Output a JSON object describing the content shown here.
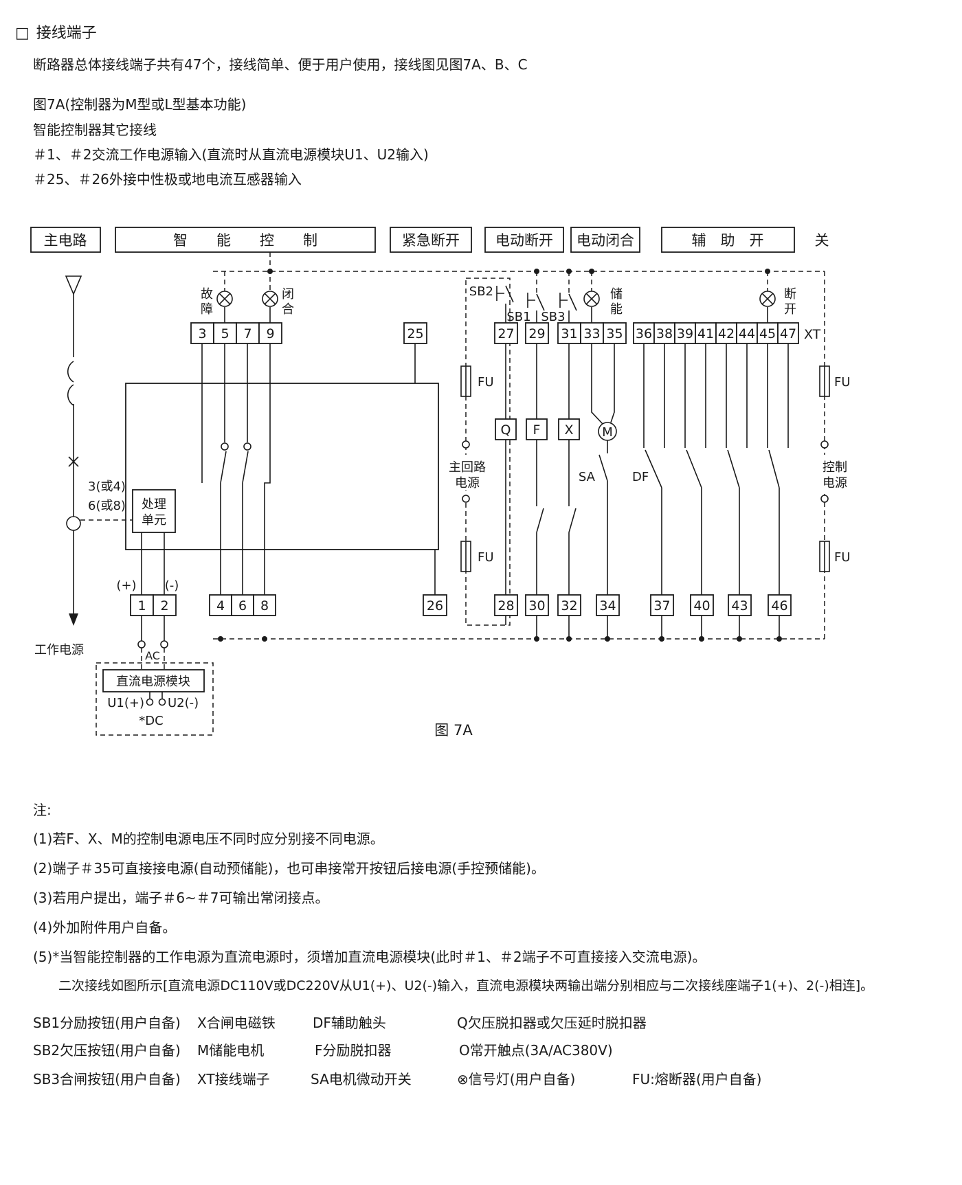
{
  "colors": {
    "ink": "#1b1b1b",
    "bg": "#ffffff"
  },
  "header": {
    "marker": "□",
    "title": "接线端子",
    "intro": "断路器总体接线端子共有47个，接线简单、便于用户使用，接线图见图7A、B、C",
    "caption_lines": [
      "图7A(控制器为M型或L型基本功能)",
      "智能控制器其它接线",
      "＃1、＃2交流工作电源输入(直流时从直流电源模块U1、U2输入)",
      "＃25、＃26外接中性极或地电流互感器输入"
    ]
  },
  "diagram": {
    "section_headers": {
      "main_circuit": "主电路",
      "intelligent_control": "智　　能　　控　　制",
      "emergency_open": "紧急断开",
      "motor_open": "电动断开",
      "motor_close": "电动闭合",
      "aux_switch": "辅　助　开",
      "aux_switch_tail": "关"
    },
    "terminals_top": [
      "3",
      "5",
      "7",
      "9",
      "25",
      "27",
      "29",
      "31",
      "33",
      "35",
      "36",
      "38",
      "39",
      "41",
      "42",
      "44",
      "45",
      "47"
    ],
    "terminals_bottom": [
      "1",
      "2",
      "4",
      "6",
      "8",
      "26",
      "28",
      "30",
      "32",
      "34",
      "37",
      "40",
      "43",
      "46"
    ],
    "labels": {
      "xt": "XT",
      "fu": "FU",
      "fault": [
        "故",
        "障"
      ],
      "closed": [
        "闭",
        "合"
      ],
      "store": [
        "储",
        "能"
      ],
      "open": [
        "断",
        "开"
      ],
      "sb1": "SB1",
      "sb2": "SB2",
      "sb3": "SB3",
      "q": "Q",
      "f": "F",
      "x": "X",
      "m": "M",
      "sa": "SA",
      "df": "DF",
      "main_loop_power": [
        "主回路",
        "电源"
      ],
      "control_power": [
        "控制",
        "电源"
      ],
      "processing_unit": [
        "处理",
        "单元"
      ],
      "wire_3or4": "3(或4)",
      "wire_6or8": "6(或8)",
      "plus": "(+)",
      "minus": "(-)",
      "working_power": "工作电源",
      "ac": "AC",
      "dc_module": "直流电源模块",
      "u1": "U1(+)",
      "u2": "U2(-)",
      "dc": "*DC",
      "figure_caption": "图 7A"
    }
  },
  "notes": {
    "heading": "注:",
    "items": [
      "(1)若F、X、M的控制电源电压不同时应分别接不同电源。",
      "(2)端子＃35可直接接电源(自动预储能)，也可串接常开按钮后接电源(手控预储能)。",
      "(3)若用户提出，端子＃6~＃7可输出常闭接点。",
      "(4)外加附件用户自备。",
      "(5)*当智能控制器的工作电源为直流电源时，须增加直流电源模块(此时＃1、＃2端子不可直接接入交流电源)。",
      "二次接线如图所示[直流电源DC110V或DC220V从U1(+)、U2(-)输入，直流电源模块两输出端分别相应与二次接线座端子1(+)、2(-)相连]。"
    ]
  },
  "legend": {
    "rows": [
      [
        "SB1分励按钮(用户自备)",
        "X合闸电磁铁",
        "DF辅助触头",
        "Q欠压脱扣器或欠压延时脱扣器"
      ],
      [
        "SB2欠压按钮(用户自备)",
        "M储能电机",
        "F分励脱扣器",
        "O常开触点(3A/AC380V)"
      ],
      [
        "SB3合闸按钮(用户自备)",
        "XT接线端子",
        "SA电机微动开关",
        "⊗信号灯(用户自备)",
        "FU:熔断器(用户自备)"
      ]
    ]
  }
}
